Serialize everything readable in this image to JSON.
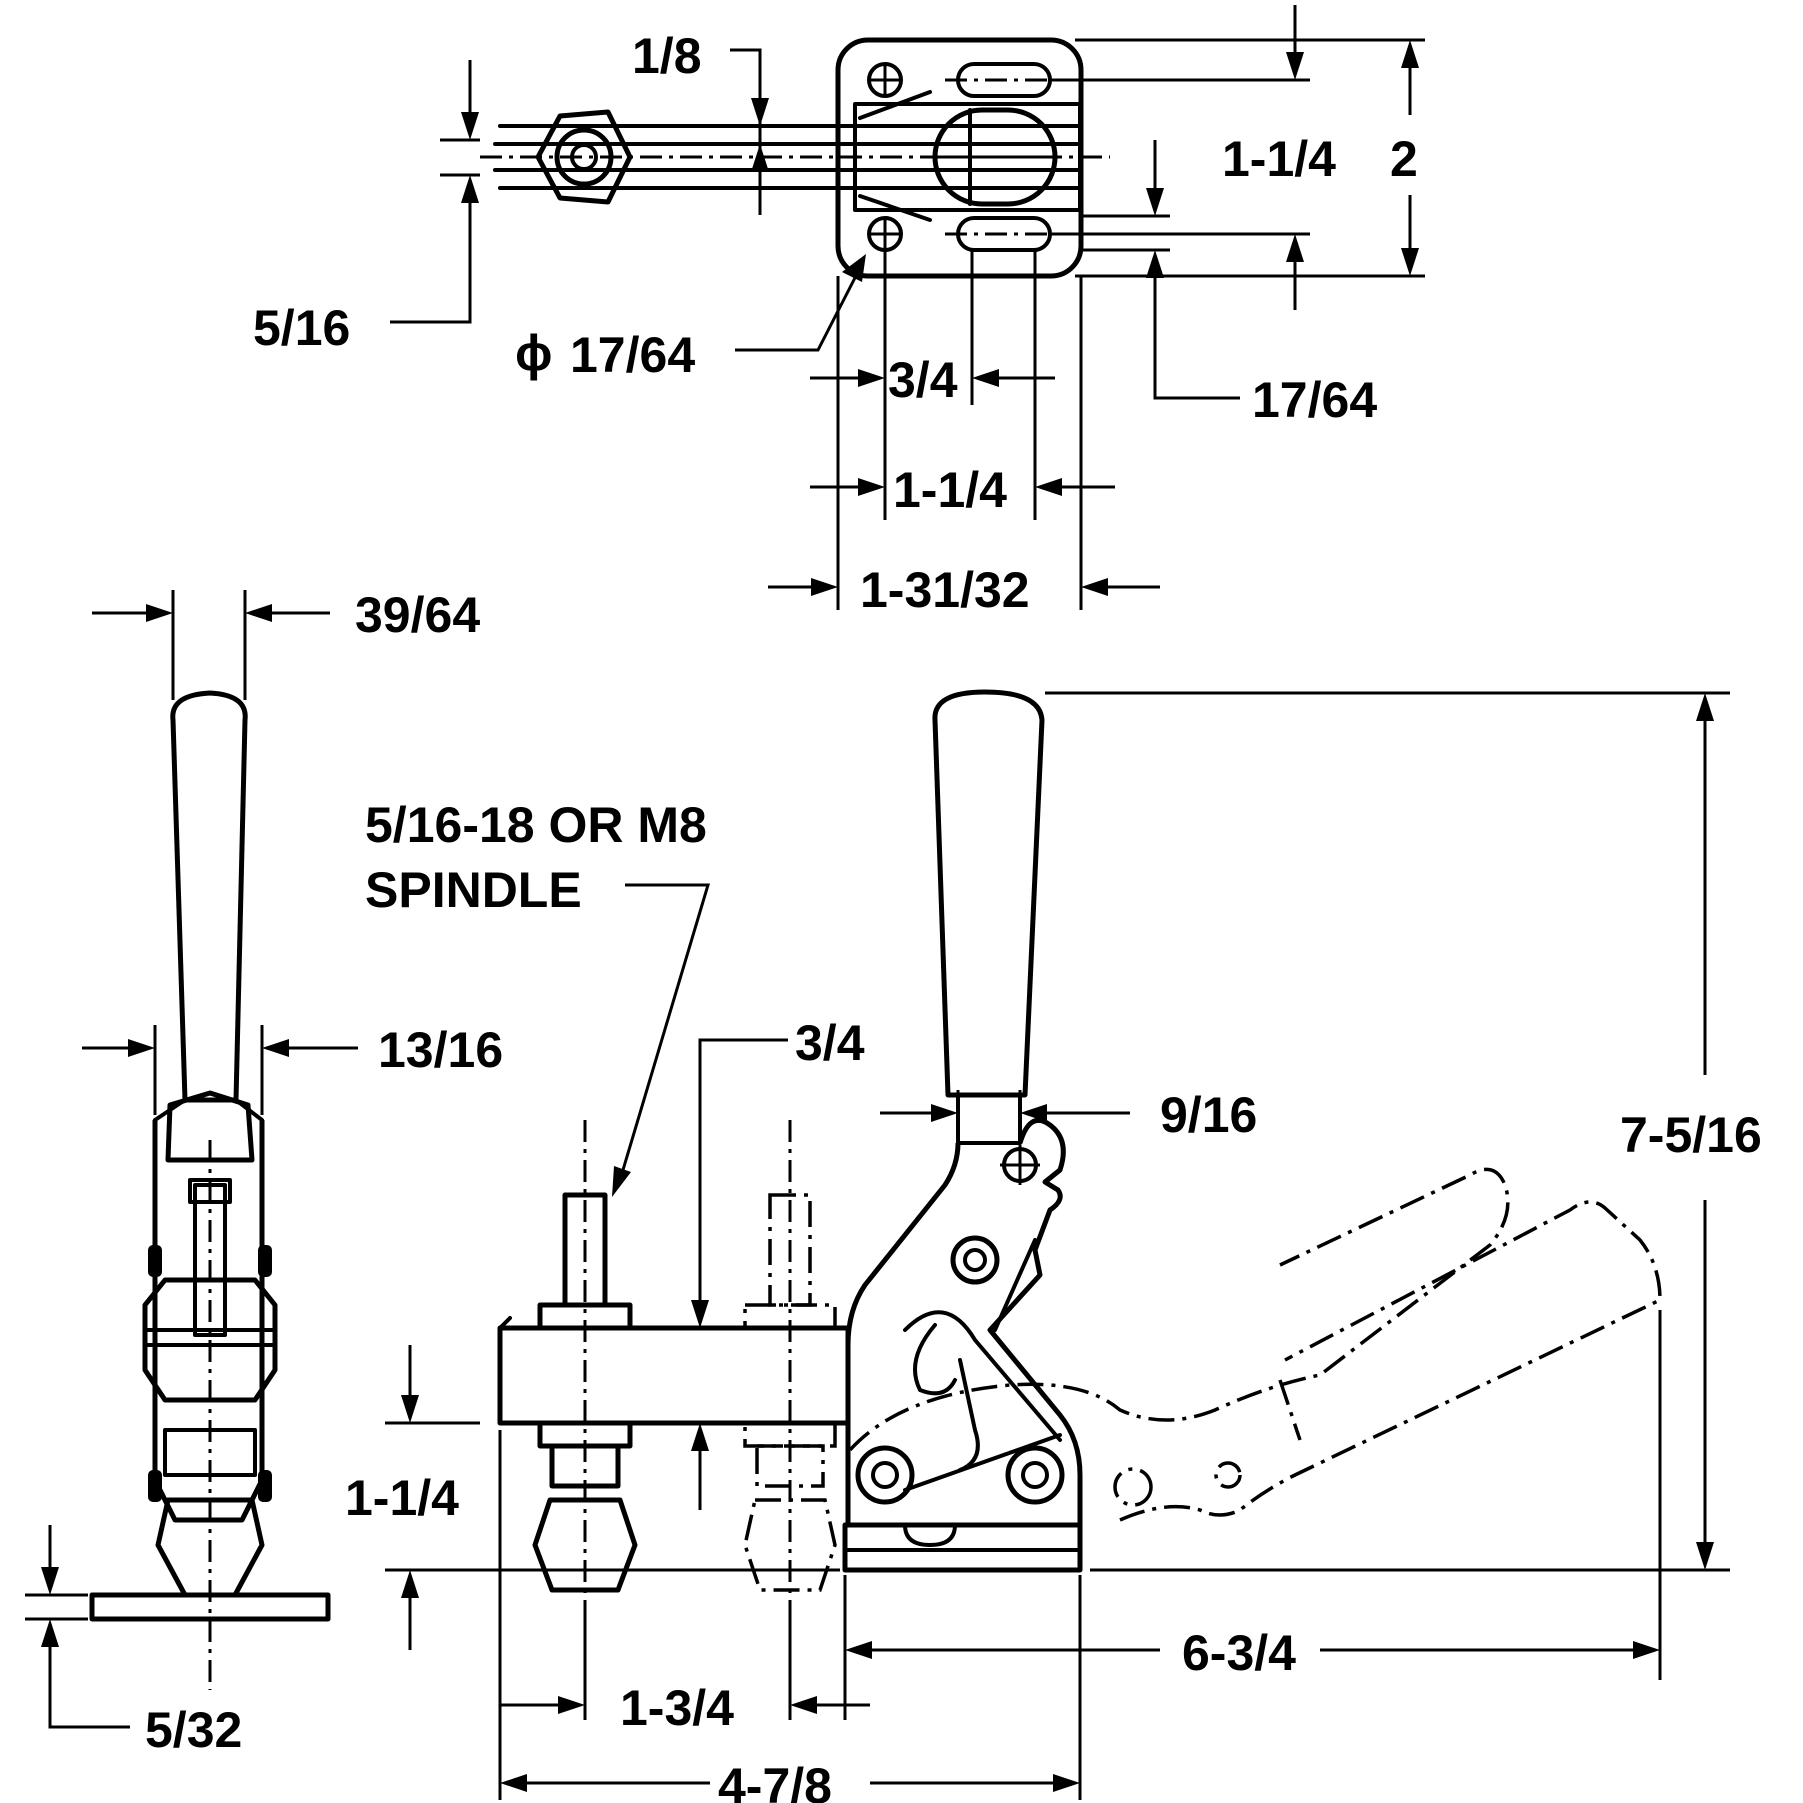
{
  "dimensions": {
    "top_1_8": "1/8",
    "top_5_16": "5/16",
    "top_dia_17_64": "17/64",
    "top_dia_symbol": "ϕ",
    "top_3_4": "3/4",
    "top_1_1_4_horiz": "1-1/4",
    "top_1_31_32": "1-31/32",
    "top_1_1_4_vert": "1-1/4",
    "top_2": "2",
    "top_17_64": "17/64",
    "left_39_64": "39/64",
    "left_13_16": "13/16",
    "left_5_32": "5/32",
    "spindle_line1": "5/16-18 OR M8",
    "spindle_line2": "SPINDLE",
    "side_3_4": "3/4",
    "side_9_16": "9/16",
    "side_7_5_16": "7-5/16",
    "side_1_1_4": "1-1/4",
    "side_1_3_4": "1-3/4",
    "side_6_3_4": "6-3/4",
    "side_4_7_8": "4-7/8"
  }
}
